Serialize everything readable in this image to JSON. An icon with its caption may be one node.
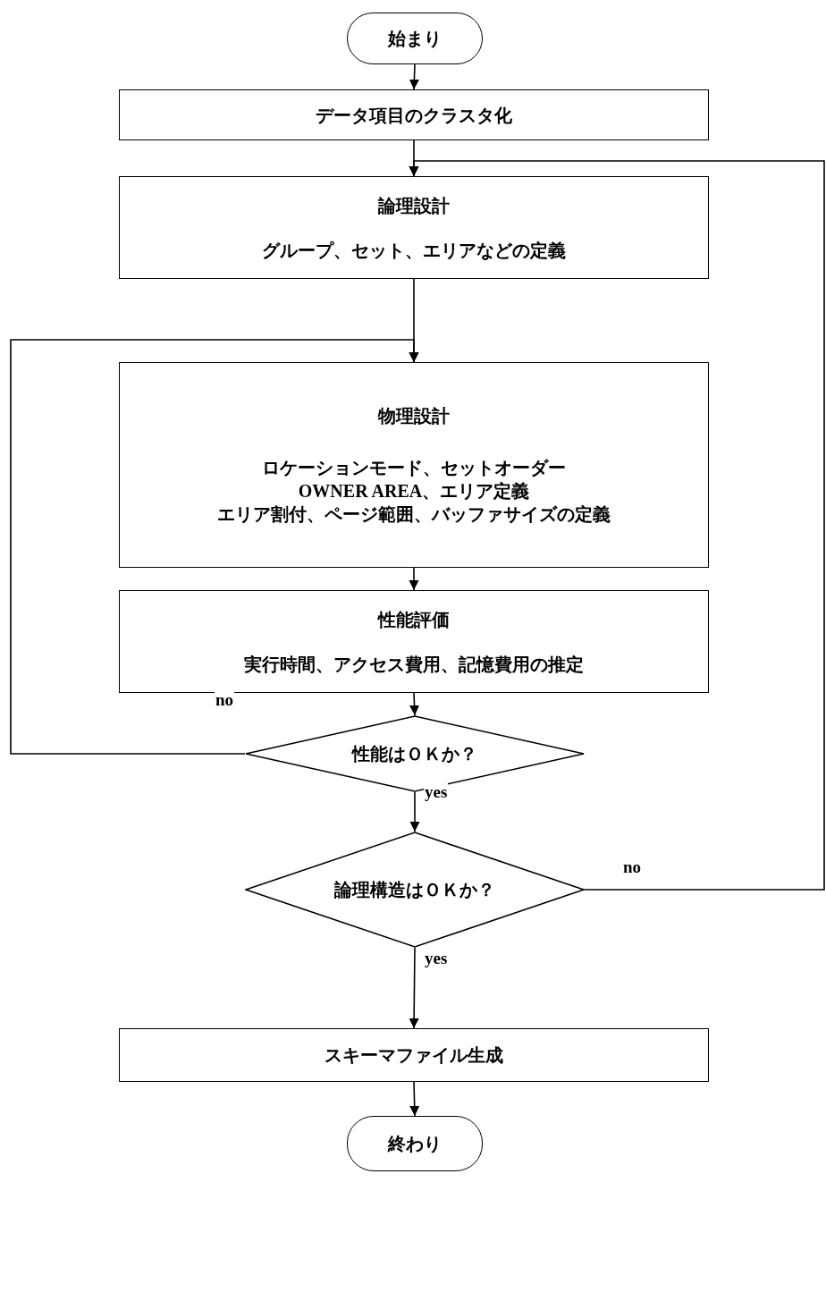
{
  "diagram": {
    "nodes": [
      {
        "text": [
          "始まり"
        ]
      },
      {
        "text": [
          "データ項目のクラスタ化"
        ]
      },
      {
        "text": [
          "論理設計",
          "グループ、セット、エリアなどの定義"
        ]
      },
      {
        "text": [
          "物理設計",
          "ロケーションモード、セットオーダー",
          "OWNER AREA、エリア定義",
          "エリア割付、ページ範囲、バッファサイズの定義"
        ]
      },
      {
        "text": [
          "性能評価",
          "実行時間、アクセス費用、記憶費用の推定"
        ]
      },
      {
        "text": [
          "性能はＯＫか？"
        ]
      },
      {
        "text": [
          "論理構造はＯＫか？"
        ]
      },
      {
        "text": [
          "スキーマファイル生成"
        ]
      },
      {
        "text": [
          "終わり"
        ]
      }
    ],
    "edges": [
      {
        "from": 0,
        "to": 1,
        "arrow": "to"
      },
      {
        "from": 1,
        "to": 2,
        "arrow": "to"
      },
      {
        "from": 2,
        "to": 3,
        "arrow": "to"
      },
      {
        "from": 3,
        "to": 4,
        "arrow": "to"
      },
      {
        "from": 4,
        "to": 5,
        "arrow": "to"
      },
      {
        "from": 5,
        "to": 6,
        "arrow": "to",
        "label": "yes"
      },
      {
        "from": 6,
        "to": 7,
        "arrow": "to",
        "label": "yes"
      },
      {
        "from": 7,
        "to": 8,
        "arrow": "to"
      },
      {
        "from": 5,
        "to": 3,
        "arrow": "to",
        "label": "no"
      },
      {
        "from": 6,
        "to": 2,
        "arrow": "to",
        "label": "no"
      }
    ]
  }
}
